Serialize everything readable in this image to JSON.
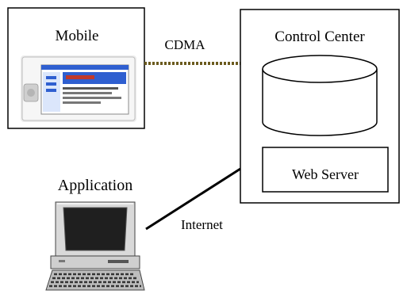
{
  "mobile": {
    "label": "Mobile"
  },
  "link_cdma": {
    "label": "CDMA"
  },
  "control_center": {
    "label": "Control Center",
    "web_server": {
      "label": "Web Server"
    }
  },
  "application": {
    "label": "Application"
  },
  "link_internet": {
    "label": "Internet"
  },
  "colors": {
    "cdma_link": "#6b5a1e",
    "line": "#000000",
    "screen_blue": "#2f5fd0",
    "screen_text": "#c0392b"
  },
  "icons": {
    "database": "database-cylinder-icon",
    "pda": "pda-device-icon",
    "computer": "desktop-computer-icon"
  }
}
